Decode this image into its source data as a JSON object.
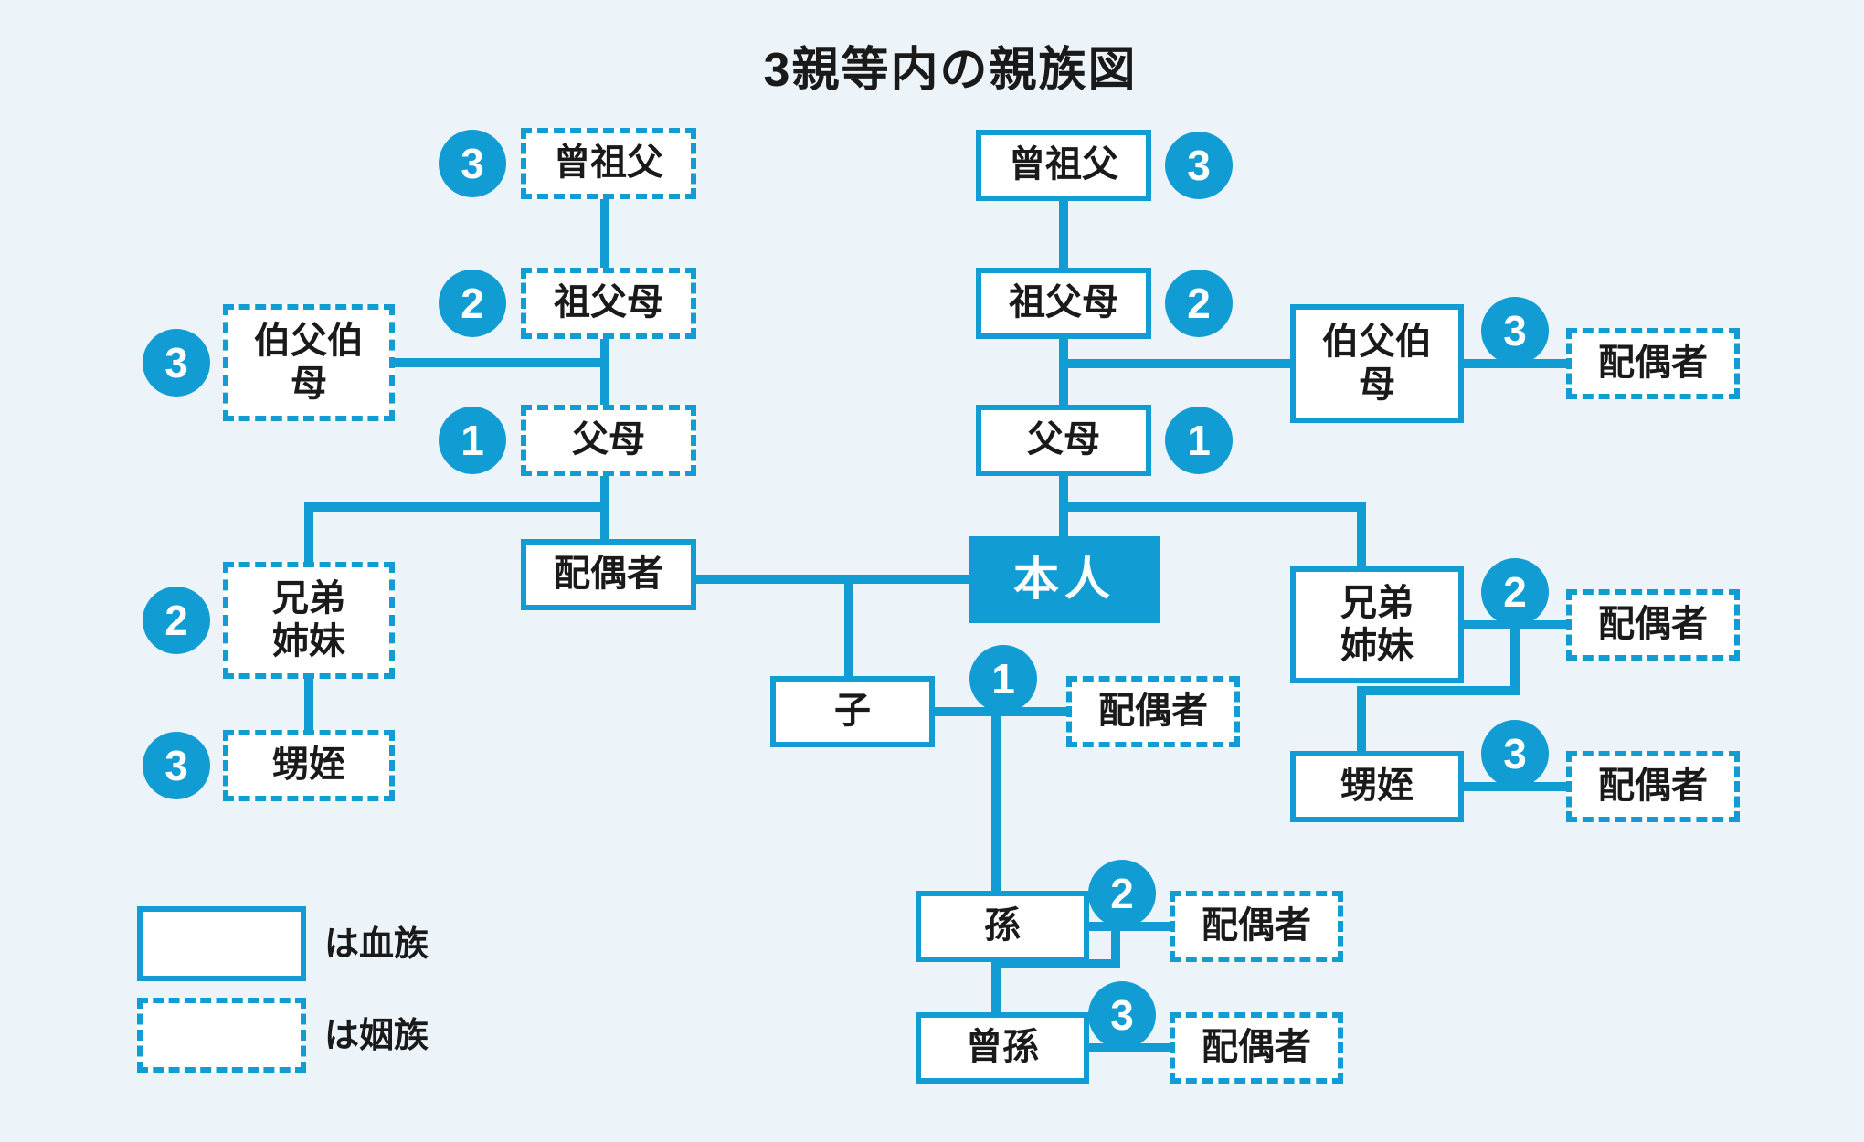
{
  "title": "3親等内の親族図",
  "colors": {
    "accent_blue": "#119dd4",
    "background": "#edf4f9",
    "text_black": "#1a1a1a",
    "box_fill": "#ffffff",
    "self_text": "#ffffff"
  },
  "legend": {
    "blood_label": "は血族",
    "inlaw_label": "は姻族"
  },
  "nodes": [
    {
      "id": "l-sousofu",
      "label": "曾祖父",
      "style": "dashed",
      "degree": 3
    },
    {
      "id": "l-sofubo",
      "label": "祖父母",
      "style": "dashed",
      "degree": 2
    },
    {
      "id": "l-ojioba",
      "label": "伯父伯\n母",
      "style": "dashed",
      "degree": 3
    },
    {
      "id": "l-fubo",
      "label": "父母",
      "style": "dashed",
      "degree": 1
    },
    {
      "id": "spouse",
      "label": "配偶者",
      "style": "solid",
      "degree": null
    },
    {
      "id": "l-kyoudai",
      "label": "兄弟\n姉妹",
      "style": "dashed",
      "degree": 2
    },
    {
      "id": "l-oimei",
      "label": "甥姪",
      "style": "dashed",
      "degree": 3
    },
    {
      "id": "self",
      "label": "本人",
      "style": "filled",
      "degree": null
    },
    {
      "id": "r-sousofu",
      "label": "曾祖父",
      "style": "solid",
      "degree": 3
    },
    {
      "id": "r-sofubo",
      "label": "祖父母",
      "style": "solid",
      "degree": 2
    },
    {
      "id": "r-fubo",
      "label": "父母",
      "style": "solid",
      "degree": 1
    },
    {
      "id": "r-ojioba",
      "label": "伯父伯\n母",
      "style": "solid",
      "degree": 3
    },
    {
      "id": "r-ojioba-spouse",
      "label": "配偶者",
      "style": "dashed",
      "degree": null
    },
    {
      "id": "r-kyoudai",
      "label": "兄弟\n姉妹",
      "style": "solid",
      "degree": 2
    },
    {
      "id": "r-kyoudai-spouse",
      "label": "配偶者",
      "style": "dashed",
      "degree": null
    },
    {
      "id": "r-oimei",
      "label": "甥姪",
      "style": "solid",
      "degree": 3
    },
    {
      "id": "r-oimei-spouse",
      "label": "配偶者",
      "style": "dashed",
      "degree": null
    },
    {
      "id": "ko",
      "label": "子",
      "style": "solid",
      "degree": 1
    },
    {
      "id": "ko-spouse",
      "label": "配偶者",
      "style": "dashed",
      "degree": null
    },
    {
      "id": "mago",
      "label": "孫",
      "style": "solid",
      "degree": 2
    },
    {
      "id": "mago-spouse",
      "label": "配偶者",
      "style": "dashed",
      "degree": null
    },
    {
      "id": "himago",
      "label": "曾孫",
      "style": "solid",
      "degree": 3
    },
    {
      "id": "himago-spouse",
      "label": "配偶者",
      "style": "dashed",
      "degree": null
    }
  ]
}
